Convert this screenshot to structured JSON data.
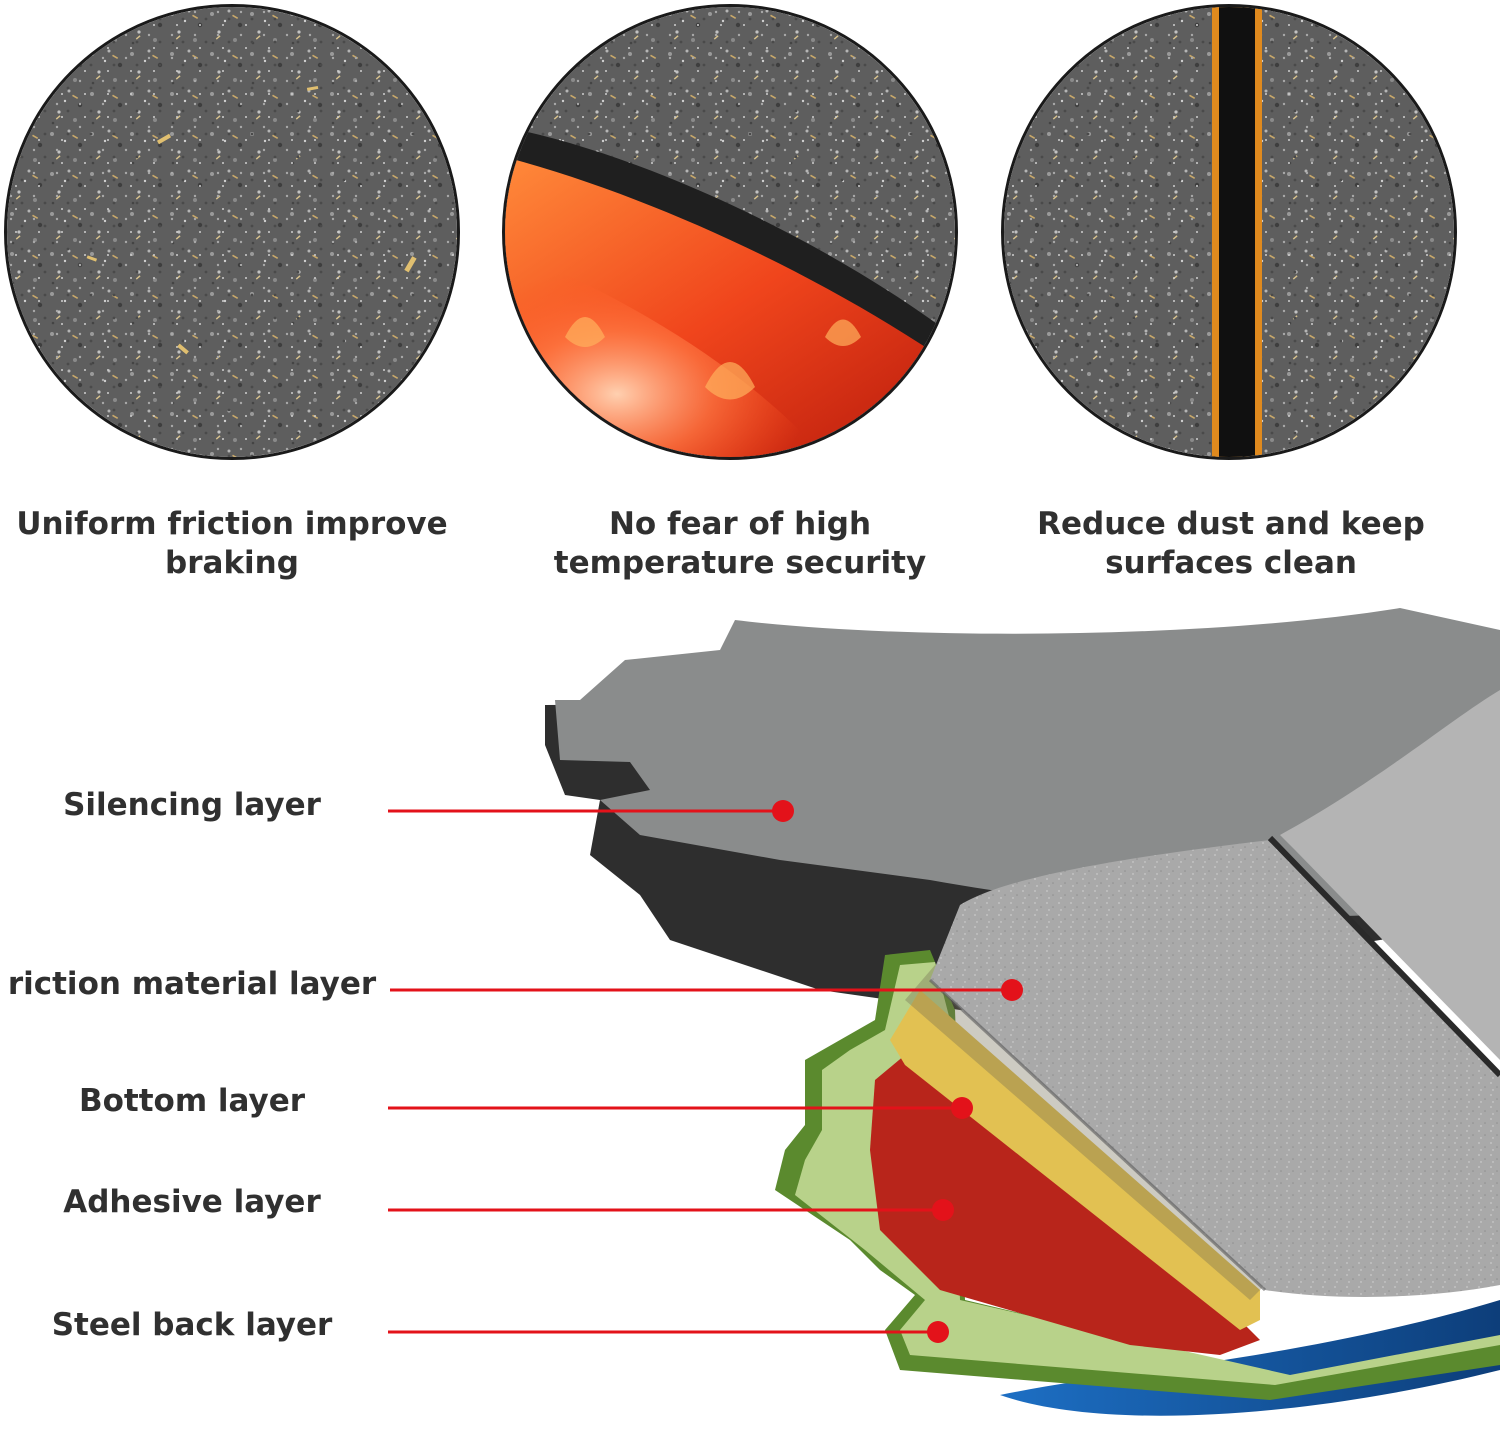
{
  "features": [
    {
      "id": "uniform-friction",
      "icon": "friction-texture-icon",
      "lines": [
        "Uniform friction improve",
        "braking"
      ]
    },
    {
      "id": "high-temperature",
      "icon": "flame-texture-icon",
      "lines": [
        "No fear of high",
        "temperature security"
      ]
    },
    {
      "id": "dust-reduction",
      "icon": "slotted-pad-icon",
      "lines": [
        "Reduce dust and keep",
        "surfaces clean"
      ]
    }
  ],
  "layers": [
    {
      "label": "Silencing layer",
      "color": "#8a8c8c"
    },
    {
      "label": "riction material layer",
      "color": "#a7a7a7"
    },
    {
      "label": "Bottom layer",
      "color": "#e2c152"
    },
    {
      "label": "Adhesive layer",
      "color": "#b8251b"
    },
    {
      "label": "Steel back layer",
      "color": "#8cab5a"
    }
  ],
  "colors": {
    "leader_line": "#e3121a",
    "text": "#303030",
    "accent_orange": "#e08a1e"
  }
}
